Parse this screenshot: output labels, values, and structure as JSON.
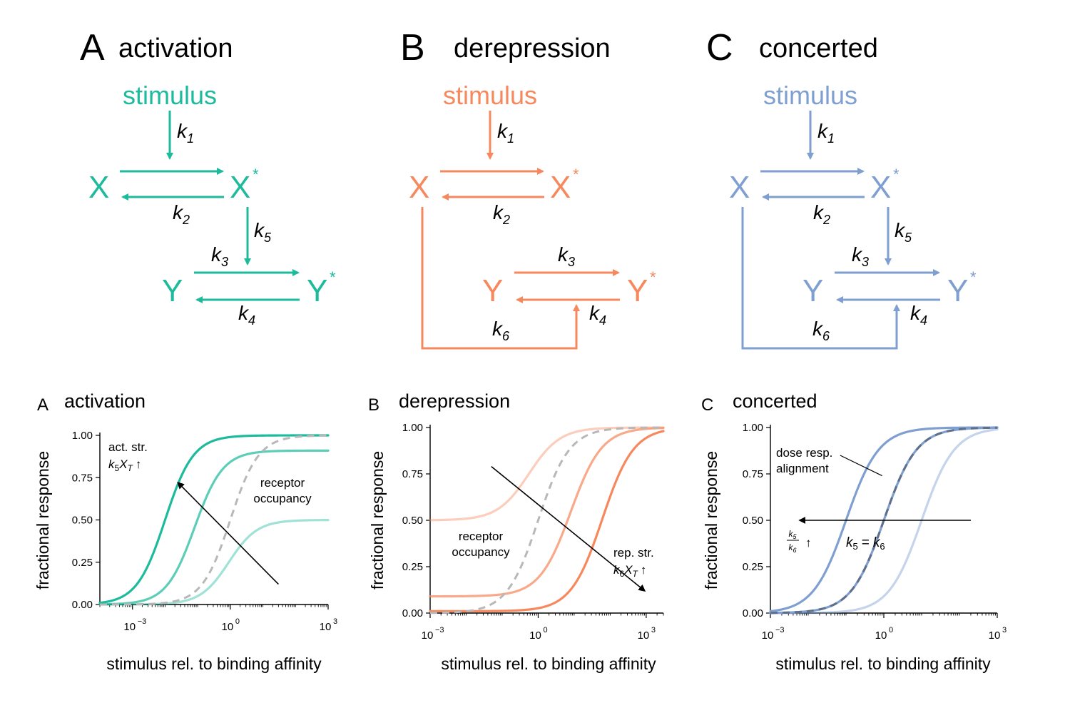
{
  "colors": {
    "activation": "#1dbb9c",
    "derepression": "#f7885d",
    "concerted": "#7f9fd0",
    "axis": "#000000",
    "occupancy": "#b8b8b8",
    "concerted_dash": "#5f6f8a"
  },
  "schemes": [
    {
      "letter": "A",
      "title": "activation",
      "color_key": "activation",
      "stimulus": "stimulus",
      "x": "X",
      "xs": "X",
      "y": "Y",
      "ys": "Y",
      "star": "*",
      "k": "k",
      "rates": {
        "k1": "1",
        "k2": "2",
        "k3": "3",
        "k4": "4",
        "k5": "5",
        "k6": ""
      }
    },
    {
      "letter": "B",
      "title": "derepression",
      "color_key": "derepression",
      "stimulus": "stimulus",
      "x": "X",
      "xs": "X",
      "y": "Y",
      "ys": "Y",
      "star": "*",
      "k": "k",
      "rates": {
        "k1": "1",
        "k2": "2",
        "k3": "3",
        "k4": "4",
        "k5": "",
        "k6": "6"
      }
    },
    {
      "letter": "C",
      "title": "concerted",
      "color_key": "concerted",
      "stimulus": "stimulus",
      "x": "X",
      "xs": "X",
      "y": "Y",
      "ys": "Y",
      "star": "*",
      "k": "k",
      "rates": {
        "k1": "1",
        "k2": "2",
        "k3": "3",
        "k4": "4",
        "k5": "5",
        "k6": "6"
      }
    }
  ],
  "chart_data": [
    {
      "type": "line",
      "panel_letter": "A",
      "title": "activation",
      "xlabel": "stimulus rel. to binding affinity",
      "ylabel": "fractional response",
      "x_scale": "log",
      "xlim": [
        0.0001,
        1000
      ],
      "ylim": [
        0,
        1
      ],
      "x_ticks": [
        0.001,
        1,
        1000
      ],
      "x_tick_labels": [
        "10",
        "10",
        "10"
      ],
      "x_tick_exps": [
        "−3",
        "0",
        "3"
      ],
      "y_ticks": [
        0,
        0.25,
        0.5,
        0.75,
        1
      ],
      "y_tick_labels": [
        "0.00",
        "0.25",
        "0.50",
        "0.75",
        "1.00"
      ],
      "series": [
        {
          "ec50": 0.01,
          "top": 1.0,
          "base": 0,
          "opacity": 1.0,
          "dash": false
        },
        {
          "ec50": 0.08,
          "top": 0.91,
          "base": 0,
          "opacity": 0.72,
          "dash": false
        },
        {
          "ec50": 0.9,
          "top": 0.5,
          "base": 0,
          "opacity": 0.42,
          "dash": false
        },
        {
          "ec50": 1.0,
          "top": 1.0,
          "base": 0,
          "opacity": 1.0,
          "dash": true,
          "role": "occupancy"
        }
      ],
      "annotations": {
        "occupancy": [
          "receptor",
          "occupancy"
        ],
        "strength_line1": "act. str.",
        "strength_k": "k",
        "strength_k_sub": "5",
        "strength_x": "X",
        "strength_x_sub": "T",
        "strength_up": "↑"
      },
      "arrow": {
        "from": [
          30,
          0.12
        ],
        "to": [
          0.025,
          0.72
        ]
      }
    },
    {
      "type": "line",
      "panel_letter": "B",
      "title": "derepression",
      "xlabel": "stimulus rel. to binding affinity",
      "ylabel": "fractional response",
      "x_scale": "log",
      "xlim": [
        0.001,
        3000
      ],
      "ylim": [
        0,
        1
      ],
      "x_ticks": [
        0.001,
        1,
        1000
      ],
      "x_tick_labels": [
        "10",
        "10",
        "10"
      ],
      "x_tick_exps": [
        "−3",
        "0",
        "3"
      ],
      "y_ticks": [
        0,
        0.25,
        0.5,
        0.75,
        1
      ],
      "y_tick_labels": [
        "0.00",
        "0.25",
        "0.50",
        "0.75",
        "1.00"
      ],
      "series": [
        {
          "ec50": 0.55,
          "top": 1.0,
          "base": 0.5,
          "opacity": 0.42,
          "dash": false
        },
        {
          "ec50": 8,
          "top": 1.0,
          "base": 0.09,
          "opacity": 0.72,
          "dash": false
        },
        {
          "ec50": 60,
          "top": 1.0,
          "base": 0.01,
          "opacity": 1.0,
          "dash": false
        },
        {
          "ec50": 1.0,
          "top": 1.0,
          "base": 0,
          "opacity": 1.0,
          "dash": true,
          "role": "occupancy"
        }
      ],
      "annotations": {
        "occupancy": [
          "receptor",
          "occupancy"
        ],
        "strength_line1": "rep. str.",
        "strength_k": "k",
        "strength_k_sub": "6",
        "strength_x": "X",
        "strength_x_sub": "T",
        "strength_up": "↑"
      },
      "arrow": {
        "from": [
          0.05,
          0.79
        ],
        "to": [
          900,
          0.12
        ]
      }
    },
    {
      "type": "line",
      "panel_letter": "C",
      "title": "concerted",
      "xlabel": "stimulus rel. to binding affinity",
      "ylabel": "fractional response",
      "x_scale": "log",
      "xlim": [
        0.001,
        1000
      ],
      "ylim": [
        0,
        1
      ],
      "x_ticks": [
        0.001,
        1,
        1000
      ],
      "x_tick_labels": [
        "10",
        "10",
        "10"
      ],
      "x_tick_exps": [
        "−3",
        "0",
        "3"
      ],
      "y_ticks": [
        0,
        0.25,
        0.5,
        0.75,
        1
      ],
      "y_tick_labels": [
        "0.00",
        "0.25",
        "0.50",
        "0.75",
        "1.00"
      ],
      "series": [
        {
          "ec50": 0.1,
          "top": 1.0,
          "base": 0,
          "opacity": 1.0,
          "dash": false
        },
        {
          "ec50": 1.0,
          "top": 1.0,
          "base": 0,
          "opacity": 1.0,
          "dash": false
        },
        {
          "ec50": 10,
          "top": 1.0,
          "base": 0,
          "opacity": 0.45,
          "dash": false
        },
        {
          "ec50": 1.0,
          "top": 1.0,
          "base": 0,
          "opacity": 1.0,
          "dash": true,
          "role": "alignment"
        }
      ],
      "annotations": {
        "alignment": [
          "dose resp.",
          "alignment"
        ],
        "ratio_num": "k",
        "ratio_num_sub": "5",
        "ratio_den": "k",
        "ratio_den_sub": "6",
        "ratio_up": "↑",
        "equal_k1": "k",
        "equal_k1_sub": "5",
        "equal_sign": "=",
        "equal_k2": "k",
        "equal_k2_sub": "6"
      },
      "arrow": {
        "from": [
          200,
          0.5
        ],
        "to": [
          0.006,
          0.5
        ]
      },
      "pointer": {
        "from": [
          0.9,
          0.74
        ],
        "to": [
          0.07,
          0.85
        ]
      }
    }
  ]
}
